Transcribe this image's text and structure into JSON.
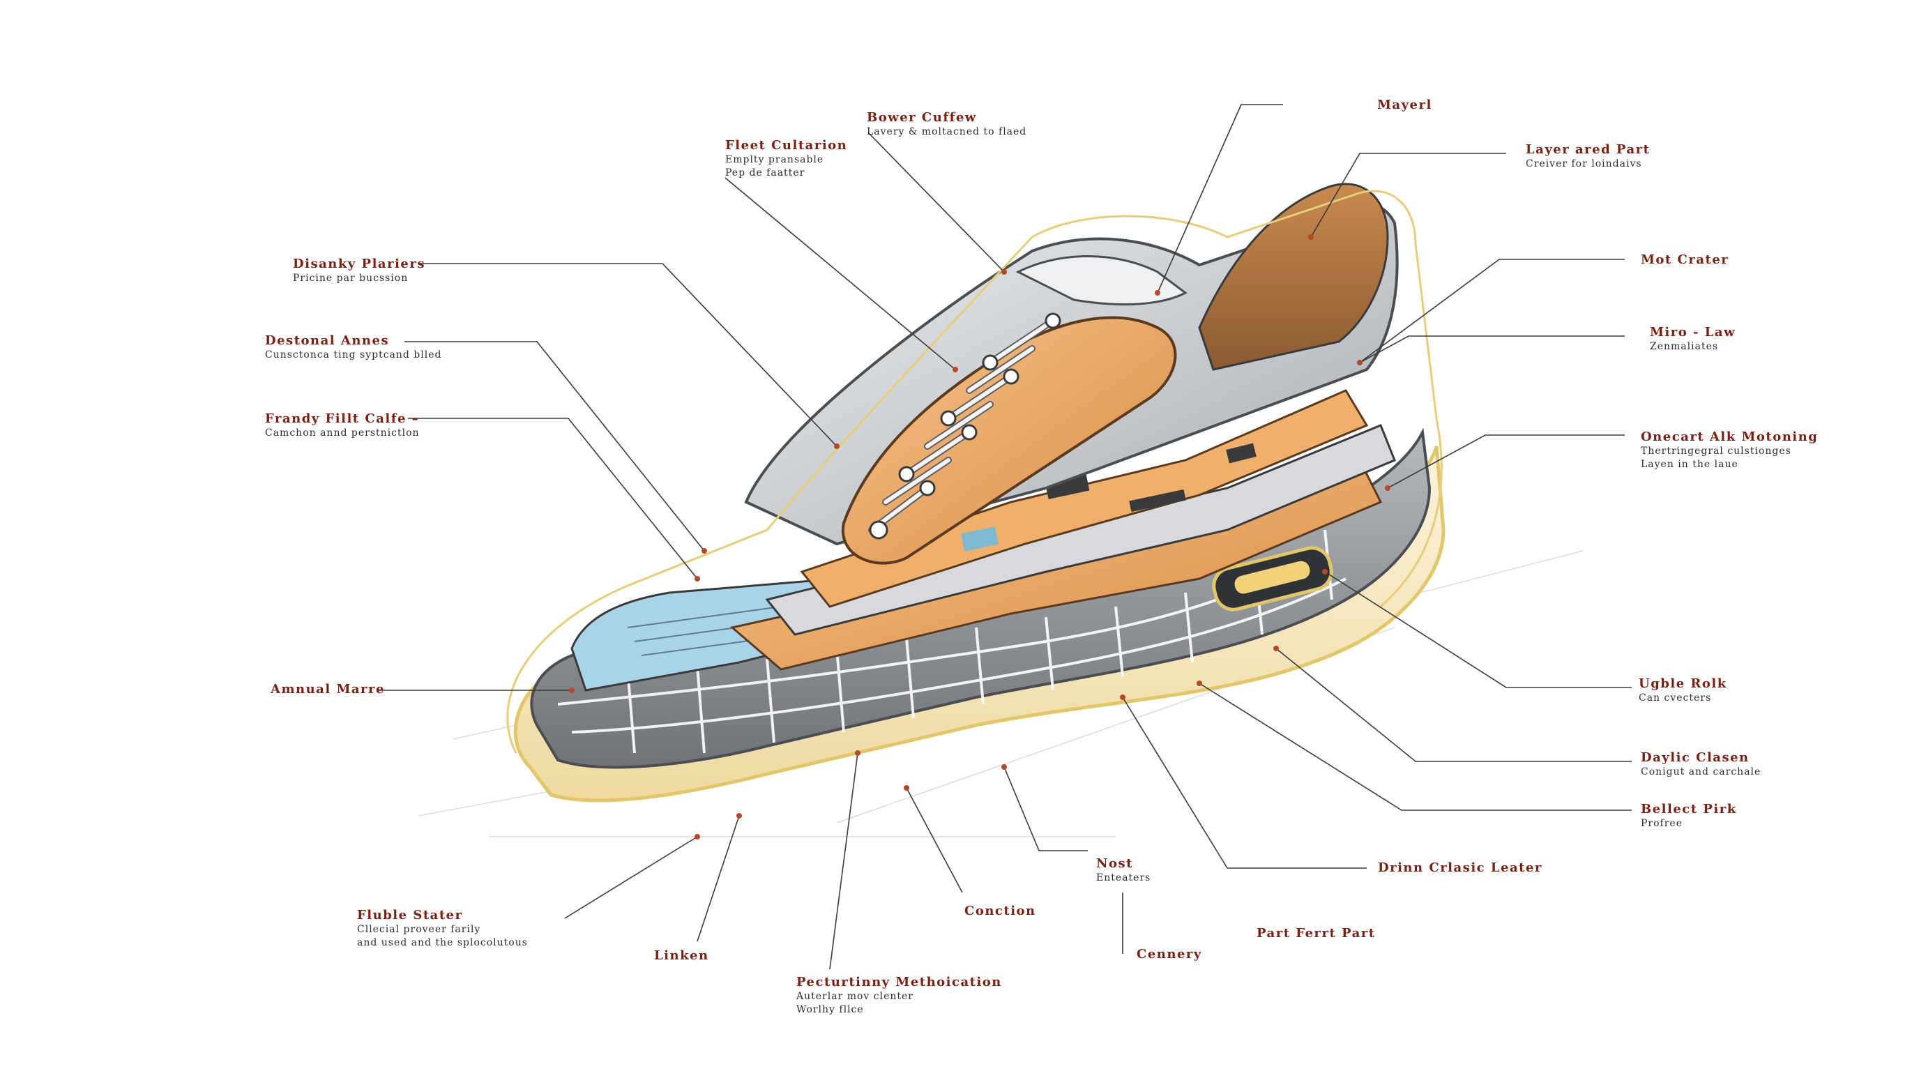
{
  "labels": {
    "bower_cuffew": {
      "title": "Bower Cuffew",
      "sub": [
        "Lavery & moltacned to flaed"
      ]
    },
    "fleet_cultarion": {
      "title": "Fleet Cultarion",
      "sub": [
        "Emplty pransable",
        "Pep de faatter"
      ]
    },
    "mayerl": {
      "title": "Mayerl",
      "sub": []
    },
    "layer_ared_part": {
      "title": "Layer ared Part",
      "sub": [
        "Creiver for loindaivs"
      ]
    },
    "disanky_plariers": {
      "title": "Disanky Plariers",
      "sub": [
        "Pricine par bucssion"
      ]
    },
    "destonal_annes": {
      "title": "Destonal Annes",
      "sub": [
        "Cunsctonca ting syptcand blled"
      ]
    },
    "frandy_fillt_calfe": {
      "title": "Frandy Fillt Calfe –",
      "sub": [
        "Camchon annd perstnictlon"
      ]
    },
    "mot_crater": {
      "title": "Mot Crater",
      "sub": []
    },
    "miro_law": {
      "title": "Miro - Law",
      "sub": [
        "Zenmaliates"
      ]
    },
    "onecart_alk_motoning": {
      "title": "Onecart Alk Motoning",
      "sub": [
        "Thertringegral culstionges",
        "Layen in the laue"
      ]
    },
    "amnual_marre": {
      "title": "Amnual Marre",
      "sub": []
    },
    "ugble_rolk": {
      "title": "Ugble Rolk",
      "sub": [
        "Can cvecters"
      ]
    },
    "daylic_clasen": {
      "title": "Daylic Clasen",
      "sub": [
        "Conigut and carchale"
      ]
    },
    "bellect_pirk": {
      "title": "Bellect Pirk",
      "sub": [
        "Profree"
      ]
    },
    "drinn_crlasic_leater": {
      "title": "Drinn Crlasic Leater",
      "sub": []
    },
    "nost": {
      "title": "Nost",
      "sub": [
        "Enteaters"
      ]
    },
    "part_ferrt_part": {
      "title": "Part Ferrt Part",
      "sub": []
    },
    "cennery": {
      "title": "Cennery",
      "sub": []
    },
    "conction": {
      "title": "Conction",
      "sub": []
    },
    "fluble_stater": {
      "title": "Fluble Stater",
      "sub": [
        "Cllecial proveer farily",
        "and used and the splocolutous"
      ]
    },
    "linken": {
      "title": "Linken",
      "sub": []
    },
    "pecturtinny_methoication": {
      "title": "Pecturtinny Methoication",
      "sub": [
        "Auterlar mov clenter",
        "Worlhy fllce"
      ]
    }
  },
  "colors": {
    "label_title": "#7a1f12",
    "label_sub": "#2b2b2b",
    "leader_line": "#3a3a3a",
    "sole_cream": "#f3e3b8",
    "sole_outline": "#e2c66a",
    "midsole_gray": "#8c8f94",
    "orange_layer": "#e9a35a",
    "orange_dark": "#c9783a",
    "blue_panel": "#a9d3e6",
    "upper_gray": "#c9ccd1",
    "lace_white": "#f4f4f4"
  }
}
